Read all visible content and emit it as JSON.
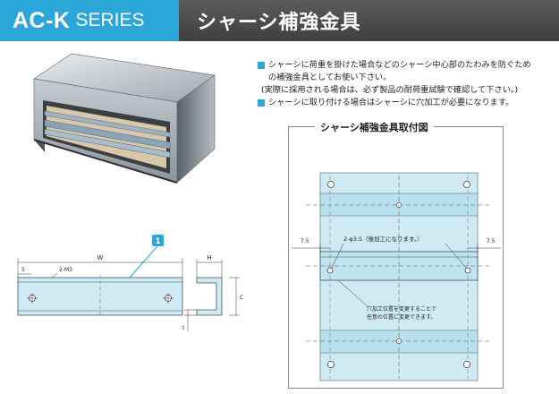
{
  "header": {
    "series_bold": "AC-K",
    "series_thin": "SERIES",
    "title": "シャーシ補強金具"
  },
  "bullets": {
    "b1_line1": "シャーシに荷重を掛けた場合などのシャーシ中心部のたわみを防ぐため",
    "b1_line2": "の補強金具としてお使い下さい。",
    "b1_note": "(実際に採用される場合は、必ず製品の耐荷重試験で確認して下さい。)",
    "b2": "シャーシに取り付ける場合はシャーシに穴加工が必要になります。"
  },
  "mount_diagram": {
    "title": "シャーシ補強金具取付図",
    "dim_left": "7.5",
    "dim_right": "7.5",
    "hole_label": "2-φ3.5（後加工になります。）",
    "note_line1": "穴加工位置を変更することで",
    "note_line2": "任意の位置に変更できます。"
  },
  "bracket_drawing": {
    "callout": "1",
    "w_label": "W",
    "dim_5": "5",
    "holes_label": "2-M3",
    "h_label": "H",
    "c_label": "C",
    "t_label": "t"
  },
  "colors": {
    "accent": "#2aa6d9",
    "header_dark": "#4a4a4a",
    "part_fill": "#bfe3ef"
  }
}
